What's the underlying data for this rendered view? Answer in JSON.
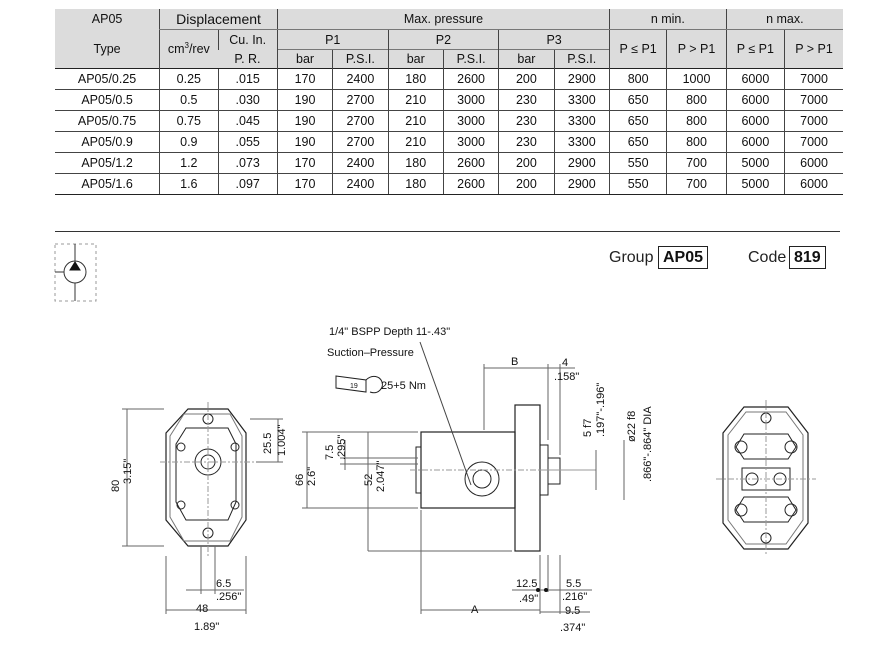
{
  "table": {
    "header": {
      "type_top": "AP05",
      "type_label": "Type",
      "displacement": "Displacement",
      "cm3_base": "cm",
      "cm3_sup": "3",
      "cm3_tail": "/rev",
      "cuin": "Cu. In.",
      "pr": "P. R.",
      "max_pressure": "Max. pressure",
      "p1": "P1",
      "p2": "P2",
      "p3": "P3",
      "bar": "bar",
      "psi": "P.S.I.",
      "n_min": "n min.",
      "n_max": "n max.",
      "p_le_p1": "P ≤ P1",
      "p_gt_p1": "P > P1"
    },
    "rows": [
      [
        "AP05/0.25",
        "0.25",
        ".015",
        "170",
        "2400",
        "180",
        "2600",
        "200",
        "2900",
        "800",
        "1000",
        "6000",
        "7000"
      ],
      [
        "AP05/0.5",
        "0.5",
        ".030",
        "190",
        "2700",
        "210",
        "3000",
        "230",
        "3300",
        "650",
        "800",
        "6000",
        "7000"
      ],
      [
        "AP05/0.75",
        "0.75",
        ".045",
        "190",
        "2700",
        "210",
        "3000",
        "230",
        "3300",
        "650",
        "800",
        "6000",
        "7000"
      ],
      [
        "AP05/0.9",
        "0.9",
        ".055",
        "190",
        "2700",
        "210",
        "3000",
        "230",
        "3300",
        "650",
        "800",
        "6000",
        "7000"
      ],
      [
        "AP05/1.2",
        "1.2",
        ".073",
        "170",
        "2400",
        "180",
        "2600",
        "200",
        "2900",
        "550",
        "700",
        "5000",
        "6000"
      ],
      [
        "AP05/1.6",
        "1.6",
        ".097",
        "170",
        "2400",
        "180",
        "2600",
        "200",
        "2900",
        "550",
        "700",
        "5000",
        "6000"
      ]
    ]
  },
  "group": {
    "label": "Group",
    "value": "AP05"
  },
  "code": {
    "label": "Code",
    "value": "819"
  },
  "drawing": {
    "port_note": "1/4\" BSPP  Depth  11-.43\"",
    "suction_pressure": "Suction–Pressure",
    "wrench_size": "19",
    "torque": "25+5 Nm",
    "left_view": {
      "height_mm": "80",
      "height_in": "3.15\"",
      "centre_mm": "25.5",
      "centre_in": "1.004\"",
      "hole_mm": "6.5",
      "hole_in": ".256\"",
      "width_mm": "48",
      "width_in": "1.89\""
    },
    "side_view": {
      "h66_mm": "66",
      "h66_in": "2.6\"",
      "h7_mm": "7.5",
      "h7_in": ".295\"",
      "h52_mm": "52",
      "h52_in": "2.047\"",
      "b_label": "B",
      "a_label": "A",
      "d4_mm": "4",
      "d4_in": ".158\"",
      "key_mm": "5 f7",
      "key_in": ".197\"-.196\"",
      "shaft_mm": "ø22 f8",
      "shaft_in": ".866\"-.864\" DIA",
      "d12_mm": "12.5",
      "d12_in": ".49\"",
      "d55_mm": "5.5",
      "d55_in": ".216\"",
      "d95_mm": "9.5",
      "d95_in": ".374\""
    }
  }
}
